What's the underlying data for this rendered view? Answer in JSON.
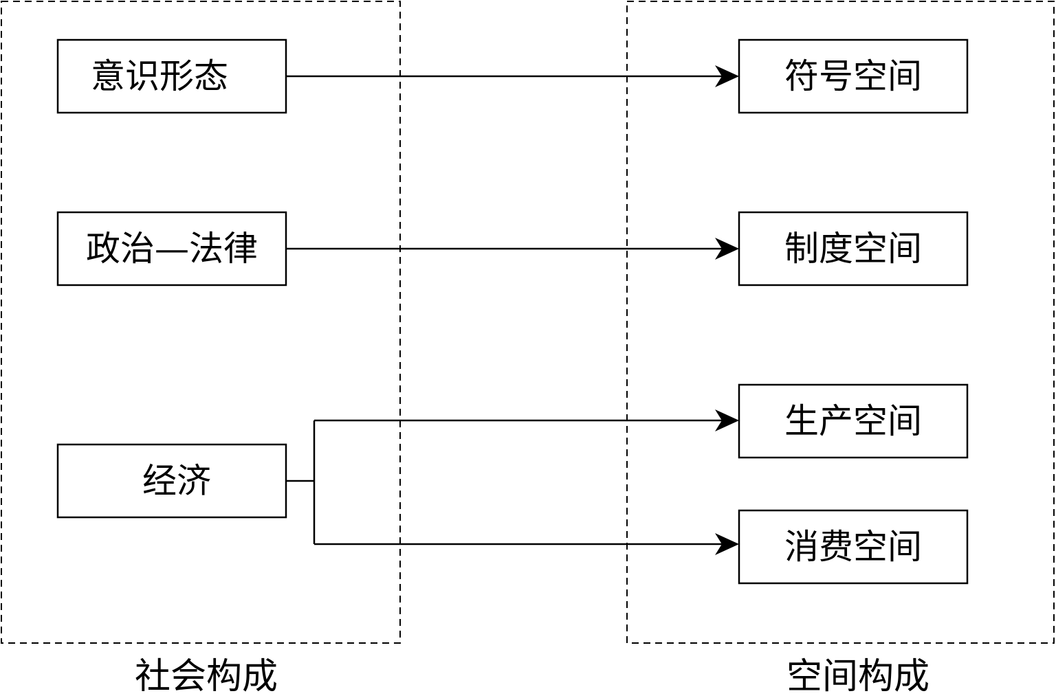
{
  "groups": {
    "social": {
      "label": "社会构成"
    },
    "spatial": {
      "label": "空间构成"
    }
  },
  "social_nodes": [
    {
      "id": "ideology",
      "label": "意识形态"
    },
    {
      "id": "politics_law",
      "label": "政治—法律"
    },
    {
      "id": "economy",
      "label": "经济"
    }
  ],
  "spatial_nodes": [
    {
      "id": "symbolic_space",
      "label": "符号空间"
    },
    {
      "id": "institutional_space",
      "label": "制度空间"
    },
    {
      "id": "production_space",
      "label": "生产空间"
    },
    {
      "id": "consumption_space",
      "label": "消费空间"
    }
  ],
  "edges": [
    {
      "from": "ideology",
      "to": "symbolic_space"
    },
    {
      "from": "politics_law",
      "to": "institutional_space"
    },
    {
      "from": "economy",
      "to": "production_space"
    },
    {
      "from": "economy",
      "to": "consumption_space"
    }
  ]
}
